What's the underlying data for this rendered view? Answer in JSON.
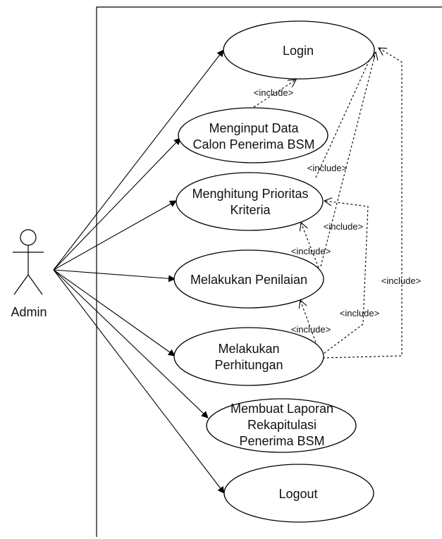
{
  "actor": {
    "name": "Admin"
  },
  "use_cases": {
    "login": [
      "Login"
    ],
    "input": [
      "Menginput Data",
      "Calon Penerima BSM"
    ],
    "hitung": [
      "Menghitung Prioritas",
      "Kriteria"
    ],
    "nilai": [
      "Melakukan Penilaian"
    ],
    "perhitungan": [
      "Melakukan",
      "Perhitungan"
    ],
    "laporan": [
      "Membuat Laporan",
      "Rekapitulasi",
      "Penerima BSM"
    ],
    "logout": [
      "Logout"
    ]
  },
  "include_label": "<include>",
  "colors": {
    "line": "#000000",
    "background": "#ffffff"
  }
}
